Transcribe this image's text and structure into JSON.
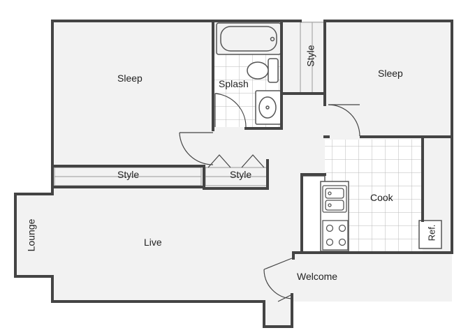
{
  "rooms": {
    "sleep_left": "Sleep",
    "splash": "Splash",
    "style_top": "Style",
    "sleep_right": "Sleep",
    "style_left": "Style",
    "style_mid": "Style",
    "cook": "Cook",
    "lounge": "Lounge",
    "live": "Live",
    "ref": "Ref.",
    "welcome": "Welcome"
  }
}
